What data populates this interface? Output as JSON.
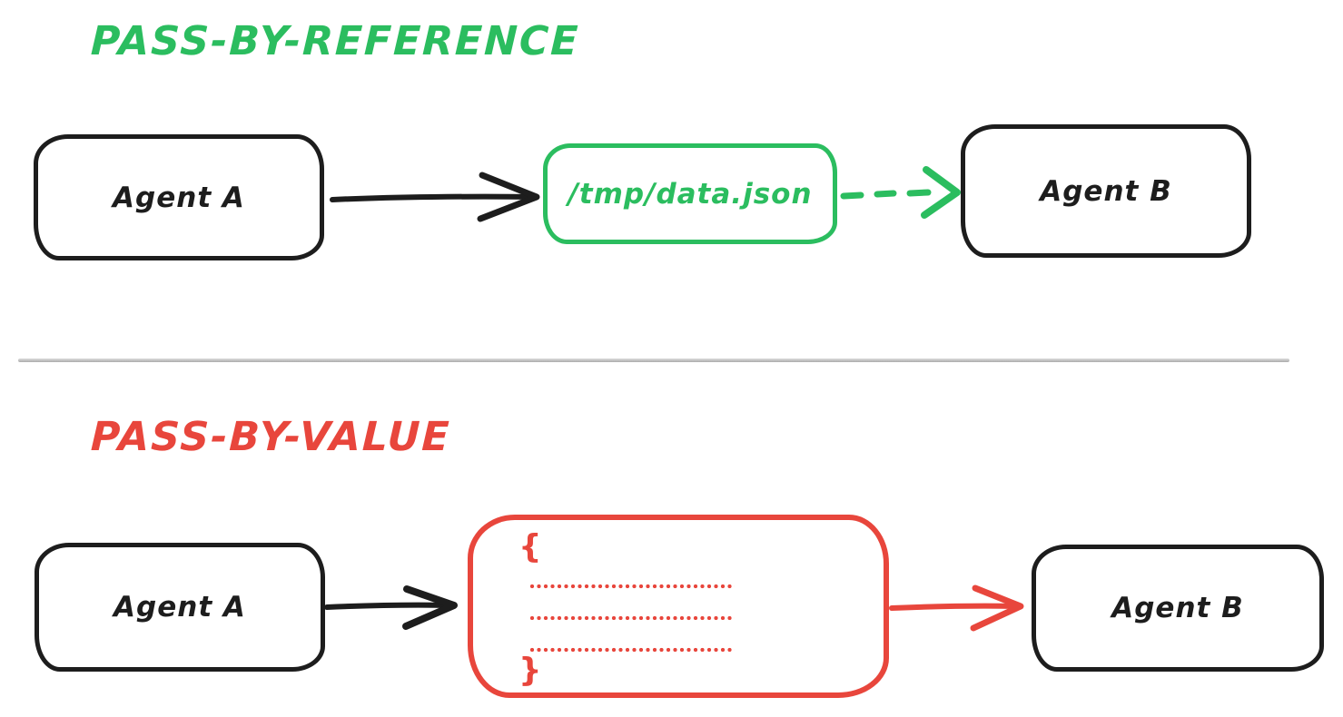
{
  "colors": {
    "green": "#2bbd5f",
    "red": "#e8463c",
    "ink": "#1d1d1d",
    "divider": "#ababab"
  },
  "reference_section": {
    "title": "PASS-BY-REFERENCE",
    "agent_a_label": "Agent A",
    "file_box_label": "/tmp/data.json",
    "agent_b_label": "Agent B",
    "solid_arrow_icon": "solid-right-arrow",
    "dashed_arrow_icon": "dashed-right-arrow"
  },
  "value_section": {
    "title": "PASS-BY-VALUE",
    "agent_a_label": "Agent A",
    "payload": {
      "open_brace": "{",
      "close_brace": "}",
      "dotted_line_count": 3
    },
    "agent_b_label": "Agent B",
    "solid_arrow_icon": "solid-right-arrow",
    "value_arrow_icon": "solid-right-arrow-red"
  }
}
